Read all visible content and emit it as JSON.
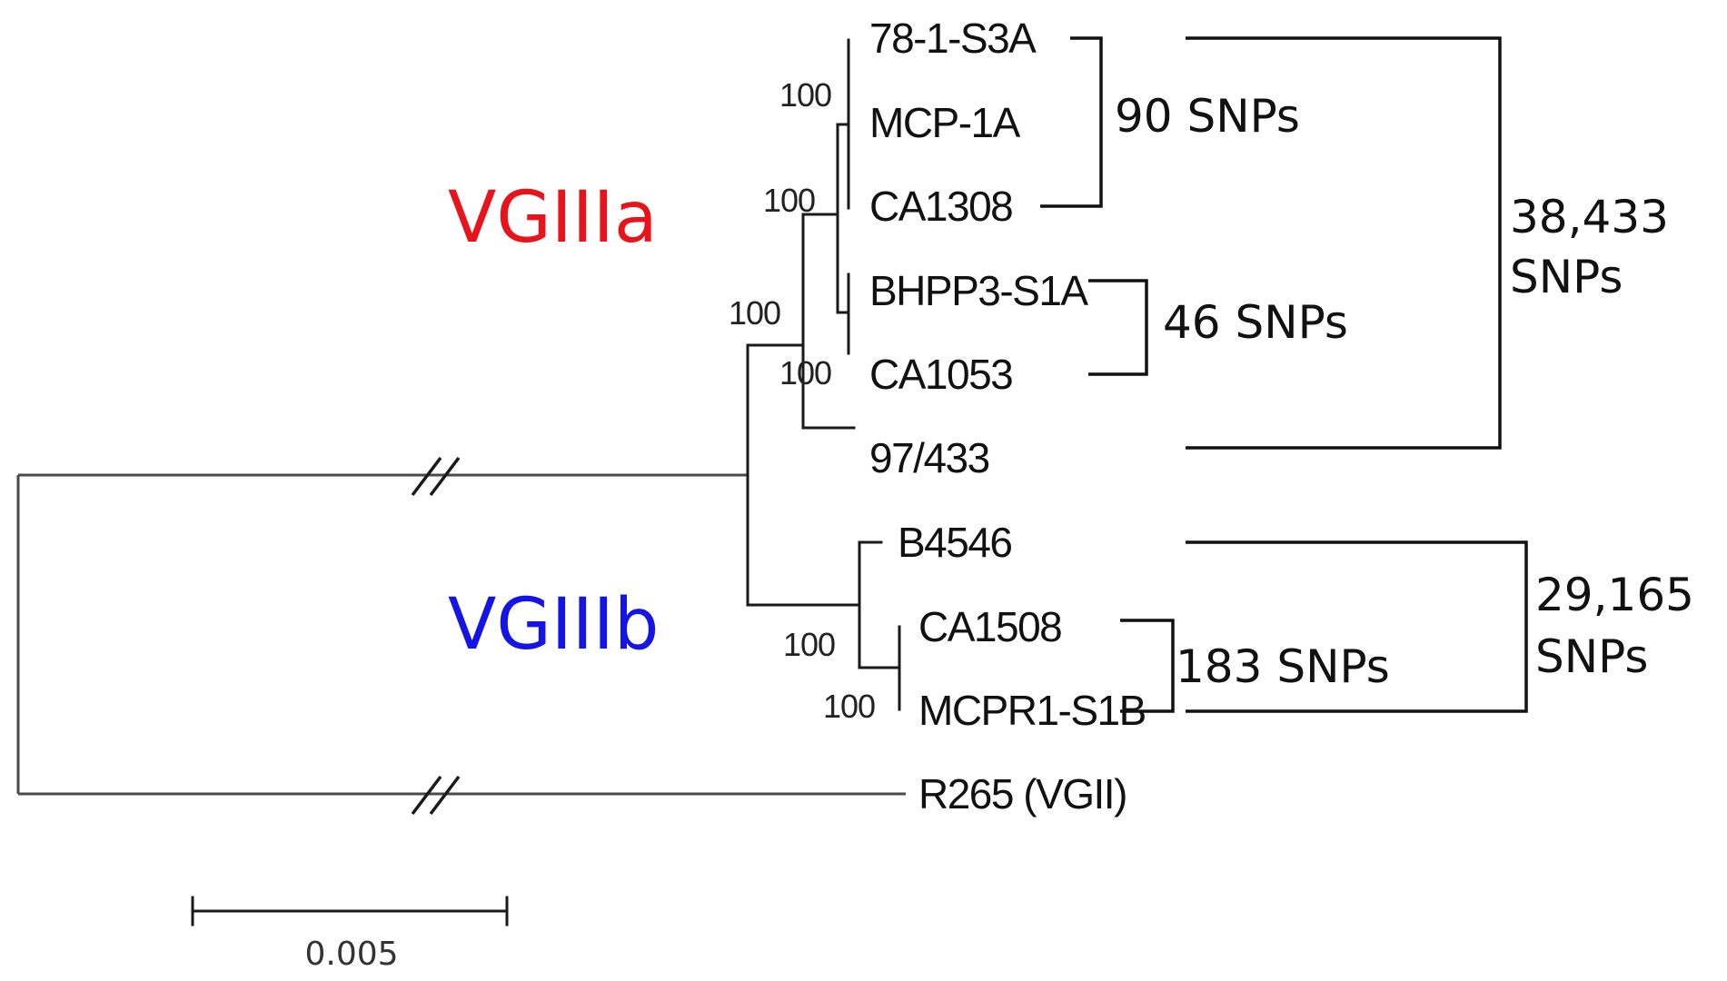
{
  "figure": {
    "clades": {
      "vgiiia": {
        "label": "VGIIIa",
        "color": "#e8141b"
      },
      "vgiiib": {
        "label": "VGIIIb",
        "color": "#1414e6"
      }
    },
    "taxa": [
      {
        "id": "t1",
        "label": "78-1-S3A"
      },
      {
        "id": "t2",
        "label": "MCP-1A"
      },
      {
        "id": "t3",
        "label": "CA1308"
      },
      {
        "id": "t4",
        "label": "BHPP3-S1A"
      },
      {
        "id": "t5",
        "label": "CA1053"
      },
      {
        "id": "t6",
        "label": "97/433"
      },
      {
        "id": "t7",
        "label": "B4546"
      },
      {
        "id": "t8",
        "label": "CA1508"
      },
      {
        "id": "t9",
        "label": "MCPR1-S1B"
      },
      {
        "id": "t10",
        "label": "R265 (VGII)"
      }
    ],
    "bootstrap": [
      {
        "node": "78-1-S3A/MCP-1A/CA1308",
        "value": "100"
      },
      {
        "node": "VGIIIa-inner",
        "value": "100"
      },
      {
        "node": "VGIIIa",
        "value": "100"
      },
      {
        "node": "BHPP3-S1A/CA1053",
        "value": "100"
      },
      {
        "node": "VGIIIb",
        "value": "100"
      },
      {
        "node": "CA1508/MCPR1-S1B",
        "value": "100"
      }
    ],
    "snp_brackets": [
      {
        "id": "b90",
        "line1": "90 SNPs",
        "line2": ""
      },
      {
        "id": "b46",
        "line1": "46 SNPs",
        "line2": ""
      },
      {
        "id": "b38433",
        "line1": "38,433",
        "line2": "SNPs"
      },
      {
        "id": "b183",
        "line1": "183 SNPs",
        "line2": ""
      },
      {
        "id": "b29165",
        "line1": "29,165",
        "line2": "SNPs"
      }
    ],
    "scale_bar": {
      "label": "0.005",
      "value": 0.005
    }
  }
}
